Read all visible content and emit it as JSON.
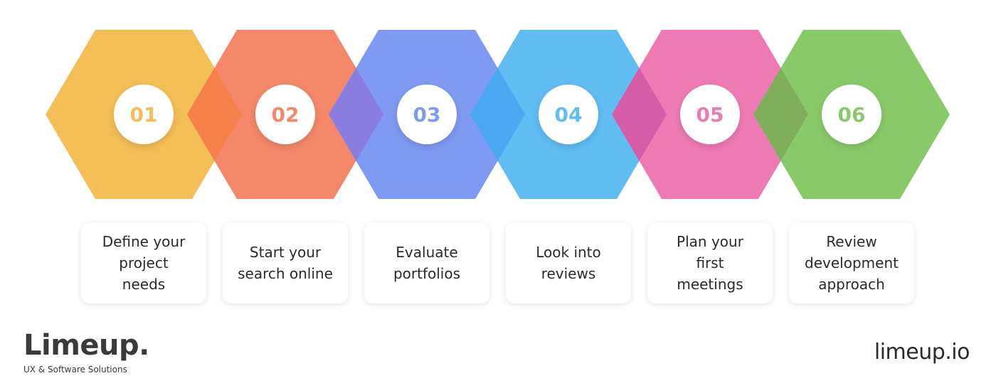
{
  "steps": [
    {
      "number": "01",
      "label": "Define your\nproject\nneeds",
      "color": "#F3BE55",
      "overlap": "#F5804A"
    },
    {
      "number": "02",
      "label": "Start your\nsearch online",
      "color": "#F4876A",
      "overlap": "#8A7FE0"
    },
    {
      "number": "03",
      "label": "Evaluate\nportfolios",
      "color": "#7E9AF2",
      "overlap": "#4AA9F0"
    },
    {
      "number": "04",
      "label": "Look into\nreviews",
      "color": "#5FBDF2",
      "overlap": "#D65CA8"
    },
    {
      "number": "05",
      "label": "Plan your\nfirst\nmeetings",
      "color": "#EE7AB4",
      "overlap": "#7FAF5C"
    },
    {
      "number": "06",
      "label": "Review\ndevelopment\napproach",
      "color": "#88CA6A"
    }
  ],
  "brand": {
    "name": "Limeup.",
    "tagline": "UX & Software Solutions"
  },
  "website": "limeup.io"
}
